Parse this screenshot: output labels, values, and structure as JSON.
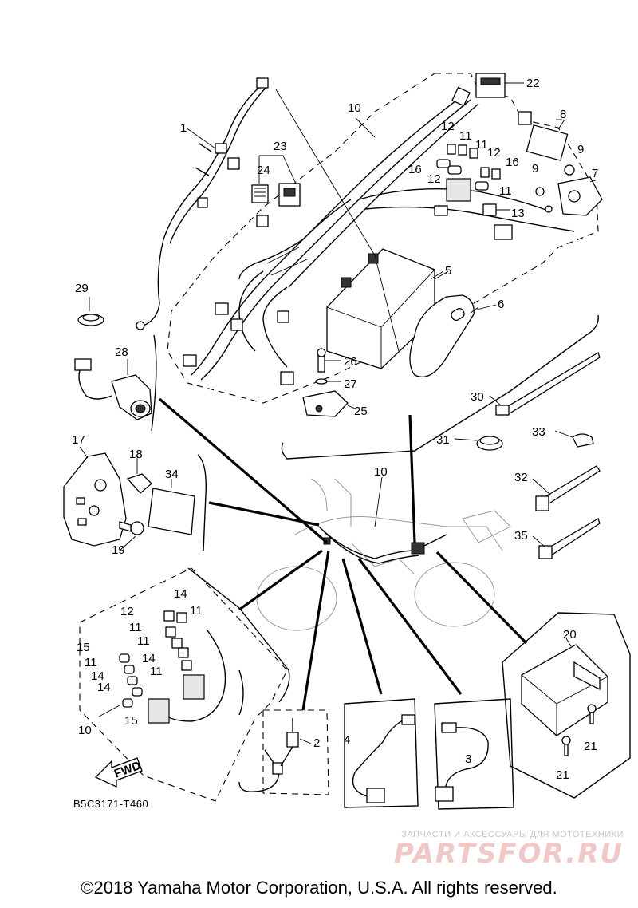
{
  "callouts": [
    {
      "id": "c1",
      "label": "1"
    },
    {
      "id": "c2",
      "label": "2"
    },
    {
      "id": "c3",
      "label": "3"
    },
    {
      "id": "c4",
      "label": "4"
    },
    {
      "id": "c5",
      "label": "5"
    },
    {
      "id": "c6",
      "label": "6"
    },
    {
      "id": "c7",
      "label": "7"
    },
    {
      "id": "c8",
      "label": "8"
    },
    {
      "id": "c9a",
      "label": "9"
    },
    {
      "id": "c9b",
      "label": "9"
    },
    {
      "id": "c10a",
      "label": "10"
    },
    {
      "id": "c10b",
      "label": "10"
    },
    {
      "id": "c10c",
      "label": "10"
    },
    {
      "id": "c11a",
      "label": "11"
    },
    {
      "id": "c11b",
      "label": "11"
    },
    {
      "id": "c11c",
      "label": "11"
    },
    {
      "id": "c11d",
      "label": "11"
    },
    {
      "id": "c11e",
      "label": "11"
    },
    {
      "id": "c11f",
      "label": "11"
    },
    {
      "id": "c11g",
      "label": "11"
    },
    {
      "id": "c11h",
      "label": "11"
    },
    {
      "id": "c12a",
      "label": "12"
    },
    {
      "id": "c12b",
      "label": "12"
    },
    {
      "id": "c12c",
      "label": "12"
    },
    {
      "id": "c12d",
      "label": "12"
    },
    {
      "id": "c13",
      "label": "13"
    },
    {
      "id": "c14a",
      "label": "14"
    },
    {
      "id": "c14b",
      "label": "14"
    },
    {
      "id": "c14c",
      "label": "14"
    },
    {
      "id": "c14d",
      "label": "14"
    },
    {
      "id": "c15a",
      "label": "15"
    },
    {
      "id": "c15b",
      "label": "15"
    },
    {
      "id": "c16a",
      "label": "16"
    },
    {
      "id": "c16b",
      "label": "16"
    },
    {
      "id": "c17",
      "label": "17"
    },
    {
      "id": "c18",
      "label": "18"
    },
    {
      "id": "c19",
      "label": "19"
    },
    {
      "id": "c20",
      "label": "20"
    },
    {
      "id": "c21a",
      "label": "21"
    },
    {
      "id": "c21b",
      "label": "21"
    },
    {
      "id": "c22",
      "label": "22"
    },
    {
      "id": "c23",
      "label": "23"
    },
    {
      "id": "c24",
      "label": "24"
    },
    {
      "id": "c25",
      "label": "25"
    },
    {
      "id": "c26",
      "label": "26"
    },
    {
      "id": "c27",
      "label": "27"
    },
    {
      "id": "c28",
      "label": "28"
    },
    {
      "id": "c29",
      "label": "29"
    },
    {
      "id": "c30",
      "label": "30"
    },
    {
      "id": "c31",
      "label": "31"
    },
    {
      "id": "c32",
      "label": "32"
    },
    {
      "id": "c33",
      "label": "33"
    },
    {
      "id": "c34",
      "label": "34"
    },
    {
      "id": "c35",
      "label": "35"
    }
  ],
  "fwd_label": "FWD",
  "drawing_code": "B5C3171-T460",
  "watermark": {
    "subtitle": "ЗАПЧАСТИ И АКСЕССУАРЫ ДЛЯ МОТОТЕХНИКИ",
    "brand": "PARTSFOR.RU"
  },
  "copyright": "©2018 Yamaha Motor Corporation, U.S.A. All rights reserved."
}
